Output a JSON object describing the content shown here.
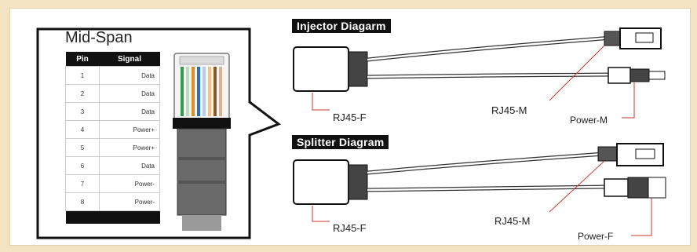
{
  "midspan": {
    "title": "Mid-Span",
    "headers": {
      "pin": "Pin",
      "signal": "Signal"
    },
    "rows": [
      {
        "pin": "1",
        "signal": "Data"
      },
      {
        "pin": "2",
        "signal": "Data"
      },
      {
        "pin": "3",
        "signal": "Data"
      },
      {
        "pin": "4",
        "signal": "Power+"
      },
      {
        "pin": "5",
        "signal": "Power+"
      },
      {
        "pin": "6",
        "signal": "Data"
      },
      {
        "pin": "7",
        "signal": "Power-"
      },
      {
        "pin": "8",
        "signal": "Power-"
      }
    ]
  },
  "injector": {
    "title": "Injector Diagarm",
    "rj45f": "RJ45-F",
    "rj45m": "RJ45-M",
    "power": "Power-M"
  },
  "splitter": {
    "title": "Splitter Diagram",
    "rj45f": "RJ45-F",
    "rj45m": "RJ45-M",
    "power": "Power-F"
  },
  "colors": {
    "background": "#f3e3c0",
    "banner": "#111111",
    "wire_green": "#2f9e4f",
    "wire_blue": "#2a6fbf",
    "wire_orange": "#e08a2a",
    "wire_brown": "#8a5a2b"
  }
}
